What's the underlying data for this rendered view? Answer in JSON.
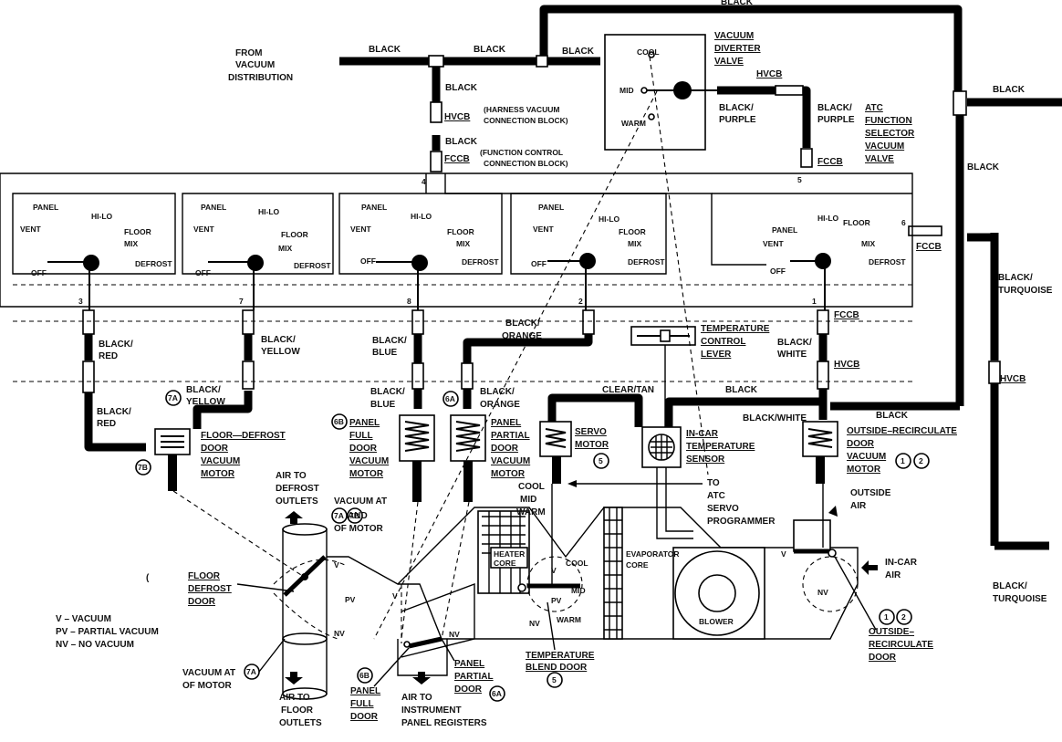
{
  "labels": {
    "from_vacuum": [
      "FROM",
      "VACUUM",
      "DISTRIBUTION"
    ],
    "black": "BLACK",
    "hvcb": "HVCB",
    "fccb": "FCCB",
    "harness_block": [
      "(HARNESS VACUUM",
      "CONNECTION BLOCK)"
    ],
    "function_block": [
      "(FUNCTION CONTROL",
      "CONNECTION BLOCK)"
    ],
    "diverter_valve": [
      "VACUUM",
      "DIVERTER",
      "VALVE"
    ],
    "cool": "COOL",
    "mid": "MID",
    "warm": "WARM",
    "black_purple": [
      "BLACK/",
      "PURPLE"
    ],
    "atc_selector": [
      "ATC",
      "FUNCTION",
      "SELECTOR",
      "VACUUM",
      "VALVE"
    ],
    "black_turquoise": [
      "BLACK/",
      "TURQUOISE"
    ],
    "panel": "PANEL",
    "vent": "VENT",
    "hi_lo": "HI-LO",
    "floor": "FLOOR",
    "mix": "MIX",
    "defrost": "DEFROST",
    "off": "OFF",
    "ports": [
      "3",
      "7",
      "8",
      "2",
      "1",
      "4",
      "5",
      "6"
    ],
    "black_red": [
      "BLACK/",
      "RED"
    ],
    "black_yellow": [
      "BLACK/",
      "YELLOW"
    ],
    "black_blue": [
      "BLACK/",
      "BLUE"
    ],
    "black_orange": [
      "BLACK/",
      "ORANGE"
    ],
    "black_white": [
      "BLACK/",
      "WHITE"
    ],
    "black_white_inline": "BLACK/WHITE",
    "clear_tan": "CLEAR/TAN",
    "temp_lever": [
      "TEMPERATURE",
      "CONTROL",
      "LEVER"
    ],
    "floor_defrost_motor": [
      "FLOOR—DEFROST",
      "DOOR",
      "VACUUM",
      "MOTOR"
    ],
    "panel_full_motor": [
      "PANEL",
      "FULL",
      "DOOR",
      "VACUUM",
      "MOTOR"
    ],
    "panel_partial_motor": [
      "PANEL",
      "PARTIAL",
      "DOOR",
      "VACUUM",
      "MOTOR"
    ],
    "servo_motor": [
      "SERVO",
      "MOTOR"
    ],
    "incar_sensor": [
      "IN-CAR",
      "TEMPERATURE",
      "SENSOR"
    ],
    "outside_recirc_motor": [
      "OUTSIDE–RECIRCULATE",
      "DOOR",
      "VACUUM",
      "MOTOR"
    ],
    "to_atc": [
      "TO",
      "ATC",
      "SERVO",
      "PROGRAMMER"
    ],
    "cool_mid_warm": [
      "COOL",
      "MID",
      "WARM"
    ],
    "air_defrost": [
      "AIR TO",
      "DEFROST",
      "OUTLETS"
    ],
    "vacuum_at_7a7b": [
      "VACUUM AT",
      "AND",
      "OF MOTOR"
    ],
    "floor_defrost_door": [
      "FLOOR",
      "DEFROST",
      "DOOR"
    ],
    "legend": [
      "V – VACUUM",
      "PV – PARTIAL VACUUM",
      "NV – NO VACUUM"
    ],
    "vacuum_at_7a": [
      "VACUUM AT",
      "OF MOTOR"
    ],
    "air_floor": [
      "AIR TO",
      "FLOOR",
      "OUTLETS"
    ],
    "panel_full_door": [
      "PANEL",
      "FULL",
      "DOOR"
    ],
    "air_instrument": [
      "AIR TO",
      "INSTRUMENT",
      "PANEL REGISTERS"
    ],
    "panel_partial_door": [
      "PANEL",
      "PARTIAL",
      "DOOR"
    ],
    "heater_core": [
      "HEATER",
      "CORE"
    ],
    "evaporator_core": [
      "EVAPORATOR",
      "CORE"
    ],
    "blower": "BLOWER",
    "temp_blend_door": [
      "TEMPERATURE",
      "BLEND DOOR"
    ],
    "outside_air": [
      "OUTSIDE",
      "AIR"
    ],
    "incar_air": [
      "IN-CAR",
      "AIR"
    ],
    "outside_recirc_door": [
      "OUTSIDE–",
      "RECIRCULATE",
      "DOOR"
    ],
    "v": "V",
    "pv": "PV",
    "nv": "NV",
    "tick_mark": "(",
    "callouts": {
      "c7a": "7A",
      "c7b": "7B",
      "c6a": "6A",
      "c6b": "6B",
      "c5": "5",
      "c1": "1",
      "c2": "2"
    }
  }
}
